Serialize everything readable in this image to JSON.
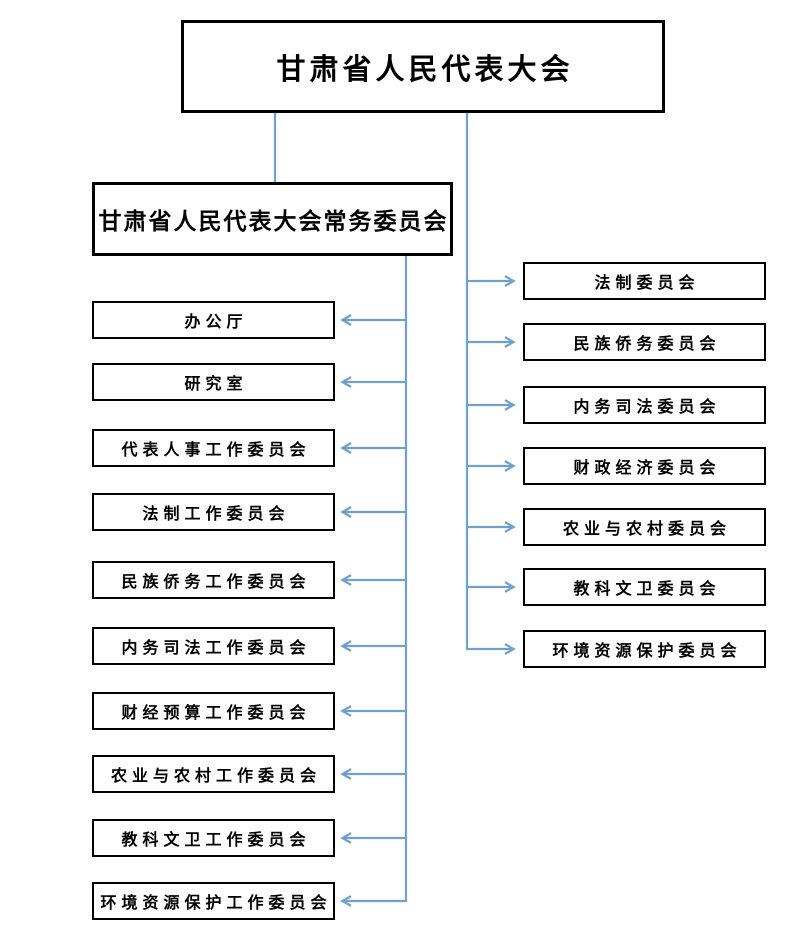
{
  "colors": {
    "accent": "#72A0CC",
    "box_border": "#000000",
    "text": "#000000",
    "background": "#ffffff"
  },
  "org": {
    "root": {
      "label": "甘肃省人民代表大会"
    },
    "standing_committee": {
      "label": "甘肃省人民代表大会常务委员会"
    },
    "left_branch": [
      {
        "label": "办公厅"
      },
      {
        "label": "研究室"
      },
      {
        "label": "代表人事工作委员会"
      },
      {
        "label": "法制工作委员会"
      },
      {
        "label": "民族侨务工作委员会"
      },
      {
        "label": "内务司法工作委员会"
      },
      {
        "label": "财经预算工作委员会"
      },
      {
        "label": "农业与农村工作委员会"
      },
      {
        "label": "教科文卫工作委员会"
      },
      {
        "label": "环境资源保护工作委员会"
      }
    ],
    "right_branch": [
      {
        "label": "法制委员会"
      },
      {
        "label": "民族侨务委员会"
      },
      {
        "label": "内务司法委员会"
      },
      {
        "label": "财政经济委员会"
      },
      {
        "label": "农业与农村委员会"
      },
      {
        "label": "教科文卫委员会"
      },
      {
        "label": "环境资源保护委员会"
      }
    ]
  }
}
